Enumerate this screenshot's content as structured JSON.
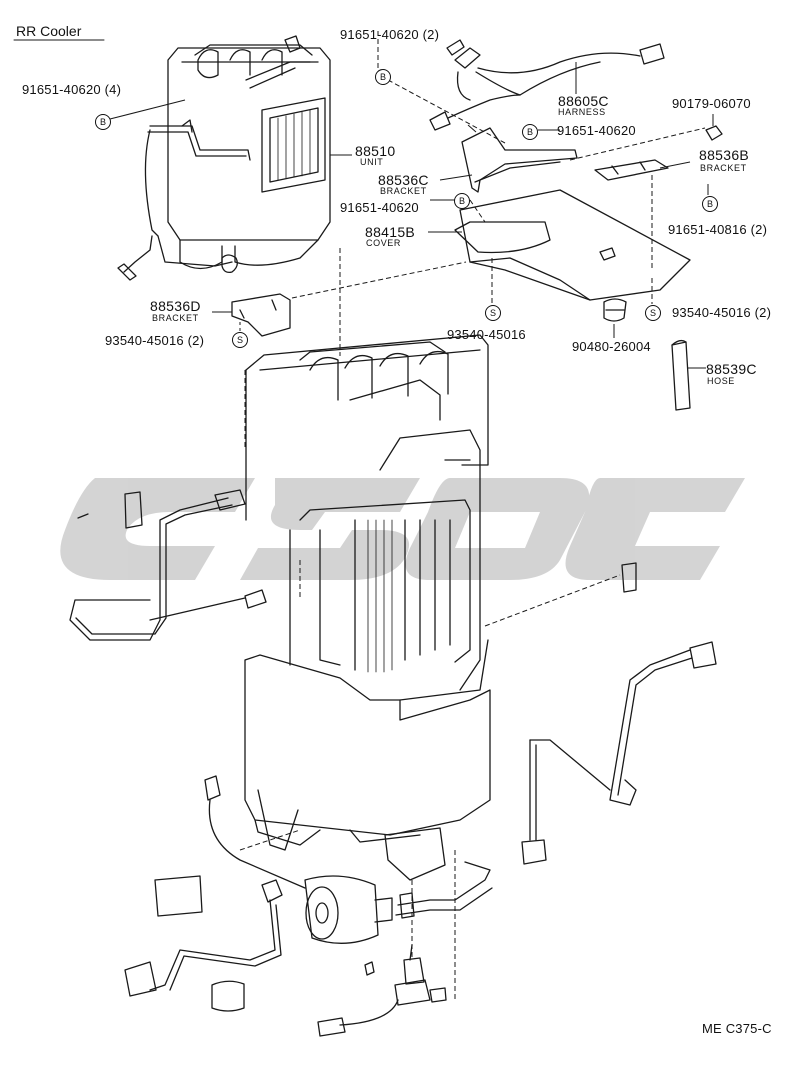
{
  "title": "RR  Cooler",
  "code": "ME  C375-C",
  "colors": {
    "line": "#1a1a1a",
    "watermark": "#cfcfcf",
    "background": "#ffffff"
  },
  "callouts": [
    {
      "id": "p_91651_40620_2",
      "part": "91651-40620 (2)",
      "name": "",
      "badge": ""
    },
    {
      "id": "p_91651_40620_4",
      "part": "91651-40620 (4)",
      "name": "",
      "badge": ""
    },
    {
      "id": "p_88605c",
      "part": "88605C",
      "name": "HARNESS",
      "badge": ""
    },
    {
      "id": "p_90179_06070",
      "part": "90179-06070",
      "name": "",
      "badge": ""
    },
    {
      "id": "p_91651_40620_a",
      "part": "91651-40620",
      "name": "",
      "badge": ""
    },
    {
      "id": "p_88510",
      "part": "88510",
      "name": "UNIT",
      "badge": ""
    },
    {
      "id": "p_88536c",
      "part": "88536C",
      "name": "BRACKET",
      "badge": ""
    },
    {
      "id": "p_88536b",
      "part": "88536B",
      "name": "BRACKET",
      "badge": ""
    },
    {
      "id": "p_91651_40620_b",
      "part": "91651-40620",
      "name": "",
      "badge": ""
    },
    {
      "id": "p_88415b",
      "part": "88415B",
      "name": "COVER",
      "badge": ""
    },
    {
      "id": "p_91651_40816",
      "part": "91651-40816 (2)",
      "name": "",
      "badge": ""
    },
    {
      "id": "p_88536d",
      "part": "88536D",
      "name": "BRACKET",
      "badge": ""
    },
    {
      "id": "p_93540_45016_2a",
      "part": "93540-45016 (2)",
      "name": "",
      "badge": ""
    },
    {
      "id": "p_93540_45016",
      "part": "93540-45016",
      "name": "",
      "badge": ""
    },
    {
      "id": "p_90480_26004",
      "part": "90480-26004",
      "name": "",
      "badge": ""
    },
    {
      "id": "p_93540_45016_2b",
      "part": "93540-45016 (2)",
      "name": "",
      "badge": ""
    },
    {
      "id": "p_88539c",
      "part": "88539C",
      "name": "HOSE",
      "badge": ""
    }
  ],
  "badges": {
    "b": "B",
    "s": "S"
  }
}
